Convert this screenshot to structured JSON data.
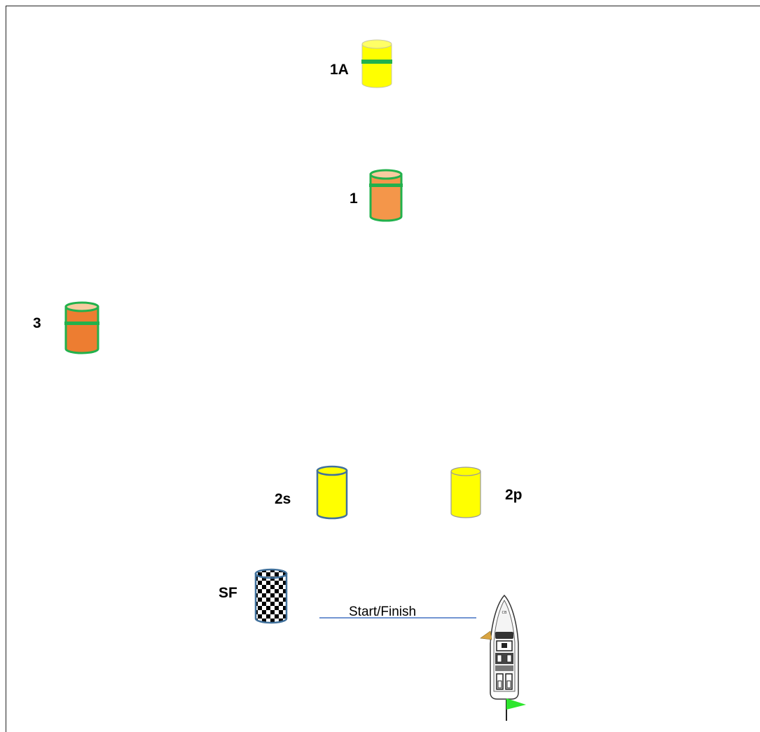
{
  "buoys": {
    "b1a": {
      "label": "1A",
      "color": "#ffff00",
      "band": "#22b14c"
    },
    "b1": {
      "label": "1",
      "color": "#f4964a",
      "outline": "#22b14c"
    },
    "b3": {
      "label": "3",
      "color": "#ed7d31",
      "outline": "#22b14c"
    },
    "b2s": {
      "label": "2s",
      "color": "#ffff00",
      "outline": "#41719c"
    },
    "b2p": {
      "label": "2p",
      "color": "#ffff00",
      "outline": "#9a9a9a"
    },
    "sf": {
      "label": "SF",
      "outline": "#41719c"
    }
  },
  "start_finish": {
    "label": "Start/Finish",
    "line_color": "#4472c4"
  },
  "boat": {
    "icon": "boat-icon",
    "flag_color": "#2ee62e"
  }
}
